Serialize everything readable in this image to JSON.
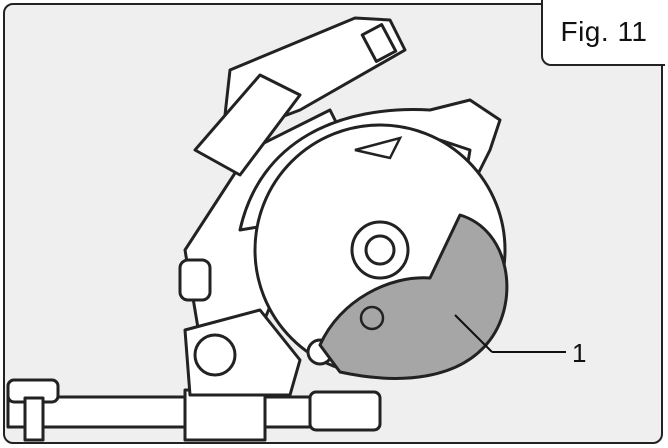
{
  "figure": {
    "label": "Fig. 11",
    "callouts": [
      {
        "number": "1",
        "target": "lower-blade-guard"
      }
    ]
  },
  "colors": {
    "panel": "#efefef",
    "outline": "#222222",
    "guard_fill": "#a6a6a6",
    "blade_fill": "#ffffff"
  },
  "icons": [
    "miter-saw-illustration",
    "blade-guard",
    "arrow-direction-icon"
  ]
}
